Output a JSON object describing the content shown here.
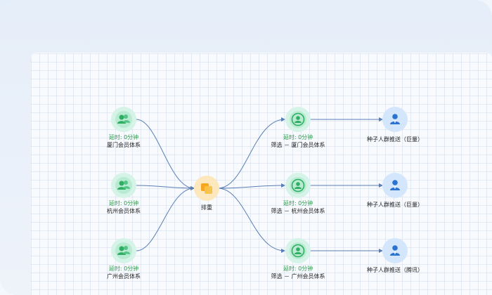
{
  "sources": [
    {
      "delay": "延时: 0分钟",
      "name": "厦门会员体系",
      "icon": "people-group-icon"
    },
    {
      "delay": "延时: 0分钟",
      "name": "杭州会员体系",
      "icon": "people-group-icon"
    },
    {
      "delay": "延时: 0分钟",
      "name": "广州会员体系",
      "icon": "people-group-icon"
    }
  ],
  "merge": {
    "name": "排重",
    "icon": "dedupe-icon"
  },
  "filters": [
    {
      "delay": "延时: 0分钟",
      "name": "筛选 － 厦门会员体系",
      "icon": "filter-person-icon"
    },
    {
      "delay": "延时: 0分钟",
      "name": "筛选 － 杭州会员体系",
      "icon": "filter-person-icon"
    },
    {
      "delay": "延时: 0分钟",
      "name": "筛选 － 广州会员体系",
      "icon": "filter-person-icon"
    }
  ],
  "outputs": [
    {
      "name": "种子人群推送（巨量）",
      "icon": "person-push-icon"
    },
    {
      "name": "种子人群推送（巨量）",
      "icon": "person-push-icon"
    },
    {
      "name": "种子人群推送（腾讯）",
      "icon": "person-push-icon"
    }
  ],
  "colors": {
    "edge": "#5a7fb5",
    "delay": "#2e9a4a",
    "source_node": "#d5f3e6",
    "merge_node": "#fde8bd",
    "output_node": "#d3e6fb"
  }
}
